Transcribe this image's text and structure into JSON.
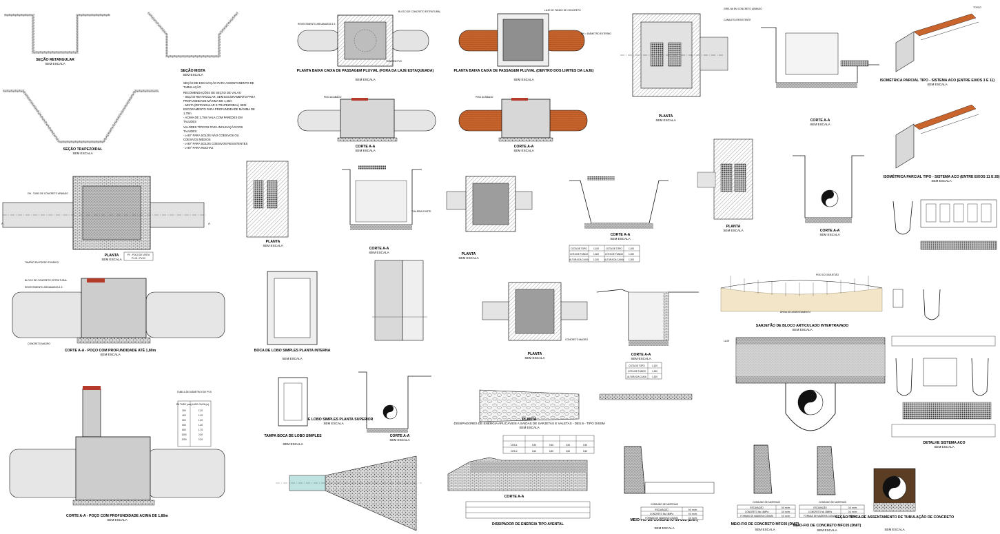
{
  "drawings": {
    "secao_retangular": {
      "title": "SEÇÃO RETANGULAR",
      "scale": "SEM ESCALA"
    },
    "secao_mista": {
      "title": "SEÇÃO MISTA",
      "scale": "SEM ESCALA"
    },
    "secao_trapezoidal": {
      "title": "SEÇÃO TRAPEZOIDAL",
      "scale": "SEM ESCALA"
    },
    "excavation_notes": [
      "SEÇÃO DE ESCAVAÇÃO PARA ASSENTAMENTO DE",
      "TUBULAÇÃO",
      "RECOMENDAÇÕES DE SEÇÃO DE VALAS:",
      "- SEÇÃO RETANGULAR, SEM ESCORAMENTO PARA",
      "PROFUNDIDADE MÁXIMA DE 1,25m",
      "- MISTA (RETANGULAR E TRAPEZOIDAL) SEM",
      "ESCORAMENTO PARA PROFUNDIDADE MÁXIMA DE",
      "1,75m",
      "- ACIMA DE 1,75m VALA COM PAREDES EM",
      "TALUDES",
      "VALORES TÍPICOS PARA INCLINAÇÃO DOS",
      "TALUDES:",
      "- ≥ 60° PARA SOLOS NÃO COESIVOS OU",
      "COESIVOS MÉDIOS",
      "- ≥ 80° PARA SOLOS COESIVOS RESISTENTES",
      "- ≥ 90° PARA ROCHAS"
    ],
    "planta_caixa_fora": {
      "title": "PLANTA BAIXA CAIXA DE PASSAGEM PLUVIAL (FORA DA LAJE ESTAQUEADA)",
      "scale": "SEM ESCALA"
    },
    "planta_caixa_dentro": {
      "title": "PLANTA BAIXA CAIXA DE PASSAGEM PLUVIAL (DENTRO DOS LIMITES DA LAJE)",
      "scale": "SEM ESCALA"
    },
    "corte_aa_1": {
      "title": "CORTE A-A",
      "scale": "SEM ESCALA"
    },
    "corte_aa_2": {
      "title": "CORTE A-A",
      "scale": "SEM ESCALA"
    },
    "planta_grelha": {
      "title": "PLANTA",
      "scale": "SEM ESCALA"
    },
    "corte_aa_grelha": {
      "title": "CORTE A-A",
      "scale": "SEM ESCALA"
    },
    "isometrica_1": {
      "title": "ISOMÉTRICA PARCIAL TIPO - SISTEMA ACO (ENTRE EIXOS 3 E 11)",
      "scale": "SEM ESCALA"
    },
    "isometrica_2": {
      "title": "ISOMÉTRICA PARCIAL TIPO - SISTEMA ACO (ENTRE EIXOS 11 E 28)",
      "scale": "SEM ESCALA"
    },
    "planta_pv": {
      "title": "PLANTA",
      "scale": "SEM ESCALA",
      "tag": "PV - POÇO DE VISITA",
      "tag2": "PV-01 / PV-02"
    },
    "planta_pv_small": {
      "title": "PLANTA",
      "scale": "SEM ESCALA"
    },
    "corte_aa_ct": {
      "title": "CORTE A-A",
      "scale": "SEM ESCALA"
    },
    "planta_ct": {
      "title": "PLANTA",
      "scale": "SEM ESCALA"
    },
    "corte_aa_cta": {
      "title": "CORTE A-A",
      "scale": "SEM ESCALA"
    },
    "planta_cx": {
      "title": "PLANTA",
      "scale": "SEM ESCALA"
    },
    "corte_aa_cx": {
      "title": "CORTE A-A",
      "scale": "SEM ESCALA"
    },
    "corte_pv_1": {
      "title": "CORTE A-A - POÇO COM PROFUNDIDADE ATÉ 1,80m",
      "scale": "SEM ESCALA"
    },
    "corte_pv_2": {
      "title": "CORTE A-A - POÇO COM PROFUNDIDADE ACIMA DE 1,80m",
      "scale": "SEM ESCALA"
    },
    "boca_lobo_interna": {
      "title": "BOCA DE LOBO SIMPLES PLANTA INTERNA",
      "scale": "SEM ESCALA"
    },
    "boca_lobo_superior": {
      "title": "BOCA DE LOBO SIMPLES PLANTA SUPERIOR",
      "scale": "SEM ESCALA"
    },
    "tampa_boca_lobo": {
      "title": "TAMPA BOCA DE LOBO SIMPLES",
      "scale": "SEM ESCALA"
    },
    "corte_aa_bl": {
      "title": "CORTE A-A",
      "scale": "SEM ESCALA"
    },
    "planta_cta": {
      "title": "PLANTA",
      "scale": "SEM ESCALA"
    },
    "corte_aa_cta2": {
      "title": "CORTE A-A",
      "scale": "SEM ESCALA"
    },
    "dissipador_planta": {
      "title": "PLANTA",
      "sub": "DISSIPADORES DE ENERGIA APLICÁVEIS A SAÍDAS DE SARJETAS E VALETAS - DES.5 - TIPO DISSM",
      "scale": "SEM ESCALA"
    },
    "sarjeta_bloco": {
      "title": "SARJETÃO DE BLOCO ARTICULADO INTERTRAVADO",
      "scale": "SEM ESCALA",
      "label1": "PISO DO SARJETÃO",
      "label2": "AREIA DE ASSENTAMENTO"
    },
    "detalhe_aco": {
      "title": "DETALHE SISTEMA ACO",
      "scale": "SEM ESCALA"
    },
    "corte_aa_dissip": {
      "title": "CORTE A-A",
      "scale": ""
    },
    "dissipador_tipo_avental": {
      "title": "DISSIPADOR DE ENERGIA TIPO AVENTAL",
      "scale": ""
    },
    "meio_fio_1": {
      "title": "MEIO-FIO DE CONCRETO MFC01 (DNIT)",
      "scale": "SEM ESCALA"
    },
    "meio_fio_2": {
      "title": "MEIO-FIO DE CONCRETO MFC05 (DNIT)",
      "scale": "SEM ESCALA"
    },
    "meio_fio_3": {
      "title": "MEIO-FIO DE CONCRETO MFC05 (DNIT)",
      "scale": "SEM ESCALA"
    },
    "secao_tipica_tub": {
      "title": "SEÇÃO TÍPICA DE ASSENTAMENTO DE TUBULAÇÃO DE CONCRETO",
      "scale": "SEM ESCALA"
    }
  },
  "labels": {
    "tampao": "TAMPÃO EM FERRO FUNDIDO",
    "bloco_concreto": "BLOCO DE CONCRETO ESTRUTURAL",
    "revestimento": "REVESTIMENTO ARGAMASSA 1:3",
    "laje_fundo": "LAJE DE FUNDO DE CONCRETO",
    "tubo_concreto": "DN - TUBO DE CONCRETO ARMADO",
    "concreto_magro": "CONCRETO MAGRO",
    "grelha": "GRELHA EM CONCRETO ARMADO",
    "canaleta": "CANALETA RESISTENTE",
    "laje": "LAJE",
    "galeria": "GALERIA EXISTE",
    "tubo_pvc": "TUBO EM PVC",
    "piso_acabado": "PISO ACABADO",
    "dn_diametro": "DN = DIÂMETRO EXTERNO"
  },
  "tables": {
    "diametros": {
      "title": "TABELA DE DIÂMETROS DE PV'S",
      "headers": [
        "DN TUBO (mm)",
        "LADO CAIXA (m)"
      ],
      "rows": [
        [
          "300",
          "1,20"
        ],
        [
          "400",
          "1,20"
        ],
        [
          "500",
          "1,20"
        ],
        [
          "600",
          "1,40"
        ],
        [
          "800",
          "1,70"
        ],
        [
          "1000",
          "2,00"
        ],
        [
          "1200",
          "2,20"
        ]
      ]
    },
    "cotas_ct": {
      "rows": [
        [
          "COTA DE TOPO",
          "1,100",
          "COTA DE TOPO",
          "1,100"
        ],
        [
          "COTA DE FUNDO",
          "1,300",
          "COTA DE FUNDO",
          "1,300"
        ],
        [
          "ALTURA DA CAIXA",
          "1,200",
          "ALTURA DA CAIXA",
          "1,200"
        ]
      ]
    },
    "cotas_cx": {
      "rows": [
        [
          "COTA DE TOPO",
          "1,100"
        ],
        [
          "COTA DE FUNDO",
          "1,300"
        ],
        [
          "ALTURA DA CAIXA",
          "1,200"
        ]
      ]
    },
    "consumo_1": {
      "title": "CONSUMO DE MATERIAIS",
      "rows": [
        [
          "ESCAVAÇÃO",
          "0,0 m³/m"
        ],
        [
          "CONCRETO fck 15MPa",
          "0,0 m³/m"
        ],
        [
          "FORMAS DE MADEIRA COMUM",
          "0,0 m²/m"
        ]
      ]
    },
    "consumo_2": {
      "title": "CONSUMO DE MATERIAIS",
      "rows": [
        [
          "ESCAVAÇÃO",
          "0,0 m³/m"
        ],
        [
          "CONCRETO fck 15MPa",
          "0,0 m³/m"
        ],
        [
          "FORMAS DE MADEIRA COMUM",
          "0,0 m²/m"
        ]
      ]
    },
    "consumo_3": {
      "title": "CONSUMO DE MATERIAIS",
      "rows": [
        [
          "ESCAVAÇÃO",
          "0,0 m³/m"
        ],
        [
          "CONCRETO fck 15MPa",
          "0,0 m³/m"
        ],
        [
          "FORMAS DE MADEIRA COMUM",
          "0,0 m²/m"
        ]
      ]
    },
    "dissipador": {
      "title": "TABELA DE DIMENSÕES",
      "headers": [
        "",
        "",
        "",
        "",
        ""
      ],
      "rows": [
        [
          "DES-1",
          "0,50",
          "0,60",
          "0,50",
          "0,50"
        ],
        [
          "DES-2",
          "0,60",
          "0,80",
          "0,60",
          "0,60"
        ]
      ]
    }
  },
  "marks": {
    "A": "A",
    "corner_logo": "TOSCO"
  },
  "colors": {
    "pipe_orange": "#c8642c",
    "concrete": "#cfcfcf",
    "gravel": "#8c8c8c",
    "soil": "#f3e6c8",
    "line": "#111111"
  }
}
